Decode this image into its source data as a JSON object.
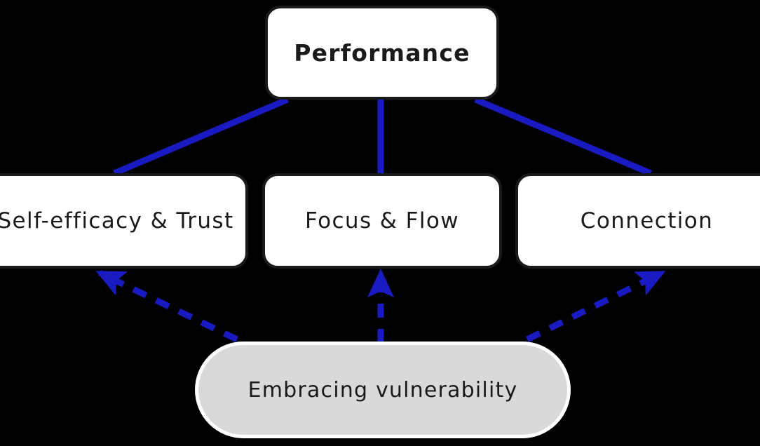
{
  "diagram": {
    "title_node": {
      "label": "Performance"
    },
    "branches": [
      {
        "id": "self-efficacy-trust",
        "label": "Self-efficacy & Trust"
      },
      {
        "id": "focus-flow",
        "label": "Focus & Flow"
      },
      {
        "id": "connection",
        "label": "Connection"
      }
    ],
    "source_node": {
      "label": "Embracing vulnerability"
    },
    "colors": {
      "background": "#000000",
      "edge_blue": "#1a1ac2",
      "node_fill": "#ffffff",
      "node_border": "#1a1a1a",
      "source_fill": "#d9d9d9",
      "source_border": "#ffffff",
      "text": "#1a1a1a"
    },
    "edges": [
      {
        "from": "Performance",
        "to": "Self-efficacy & Trust",
        "style": "solid",
        "arrow": "none"
      },
      {
        "from": "Performance",
        "to": "Focus & Flow",
        "style": "solid",
        "arrow": "none"
      },
      {
        "from": "Performance",
        "to": "Connection",
        "style": "solid",
        "arrow": "none"
      },
      {
        "from": "Embracing vulnerability",
        "to": "Self-efficacy & Trust",
        "style": "dashed",
        "arrow": "end"
      },
      {
        "from": "Embracing vulnerability",
        "to": "Focus & Flow",
        "style": "dashed",
        "arrow": "end"
      },
      {
        "from": "Embracing vulnerability",
        "to": "Connection",
        "style": "dashed",
        "arrow": "end"
      }
    ]
  }
}
